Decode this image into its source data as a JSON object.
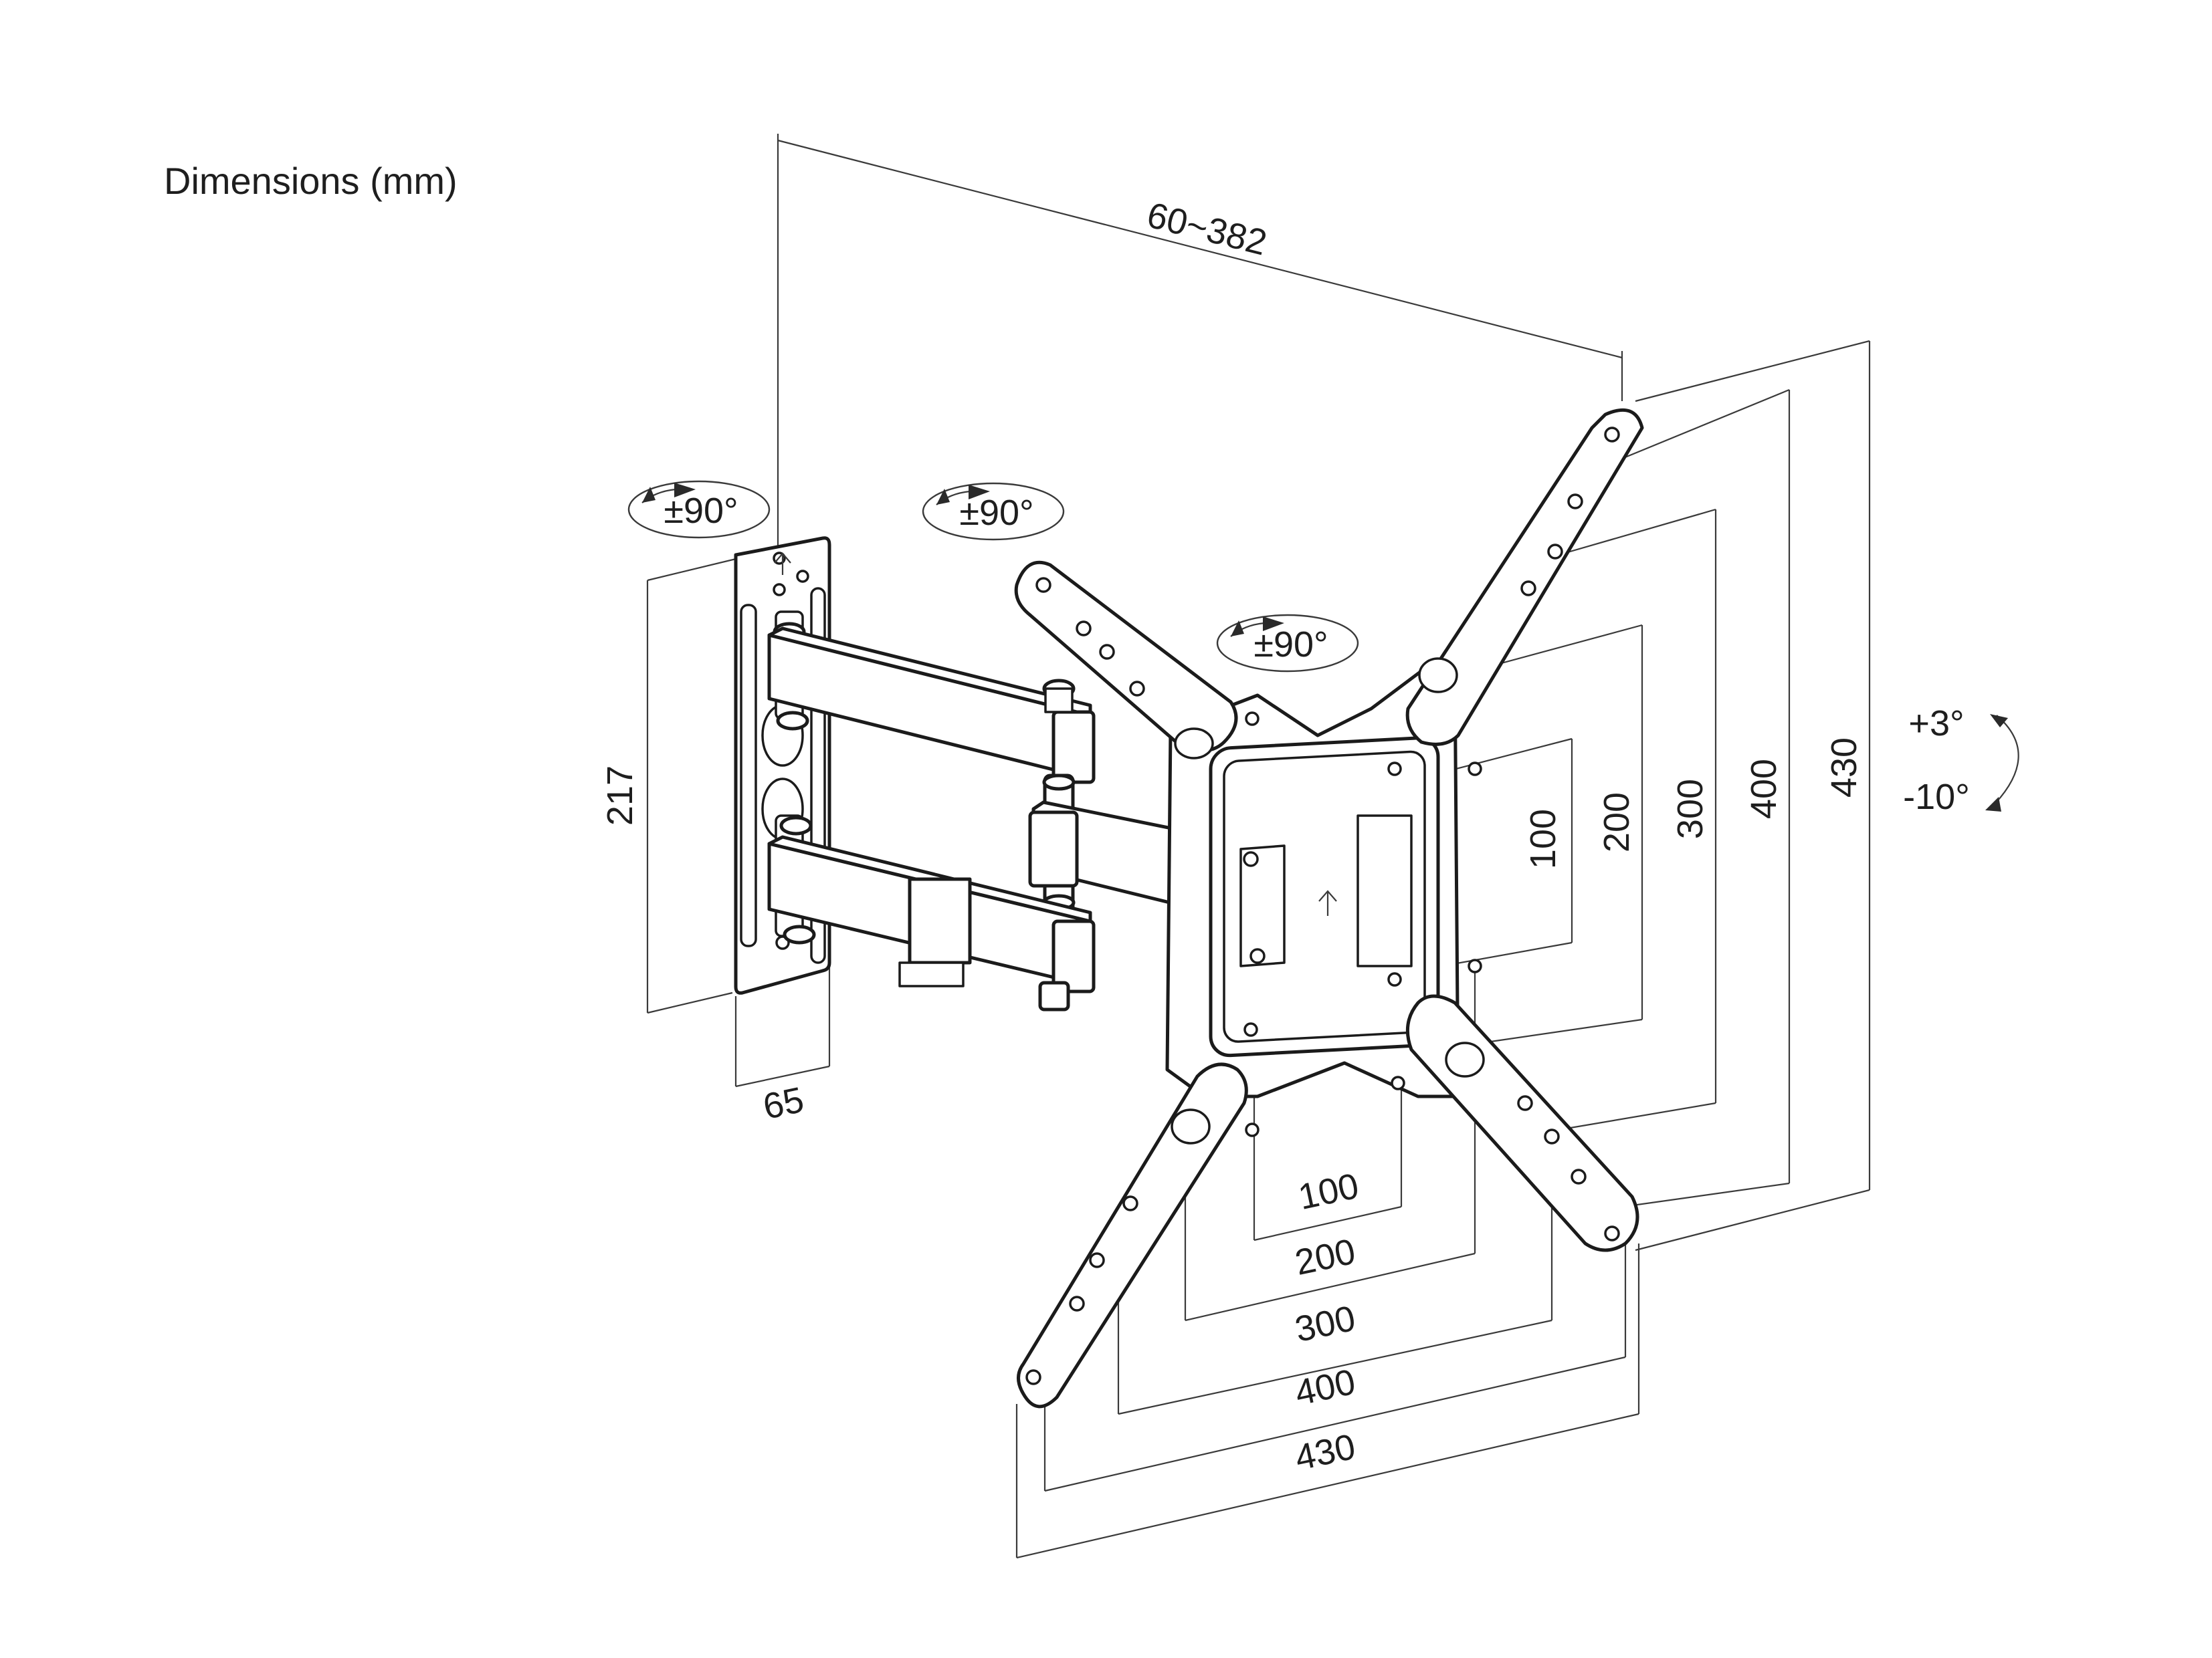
{
  "title": "Dimensions (mm)",
  "rotation": {
    "wall_swivel": "±90°",
    "arm_swivel": "±90°",
    "plate_rotation": "±90°",
    "tilt_up": "+3°",
    "tilt_down": "-10°"
  },
  "dimensions": {
    "extension": "60~382",
    "wall_plate_height": "217",
    "wall_plate_width": "65",
    "vesa_vertical": [
      "100",
      "200",
      "300",
      "400",
      "430"
    ],
    "vesa_horizontal": [
      "100",
      "200",
      "300",
      "400",
      "430"
    ]
  },
  "icons": {
    "up_arrow": "up-arrow-icon",
    "rotation_arrow": "curved-arrow-icon"
  }
}
